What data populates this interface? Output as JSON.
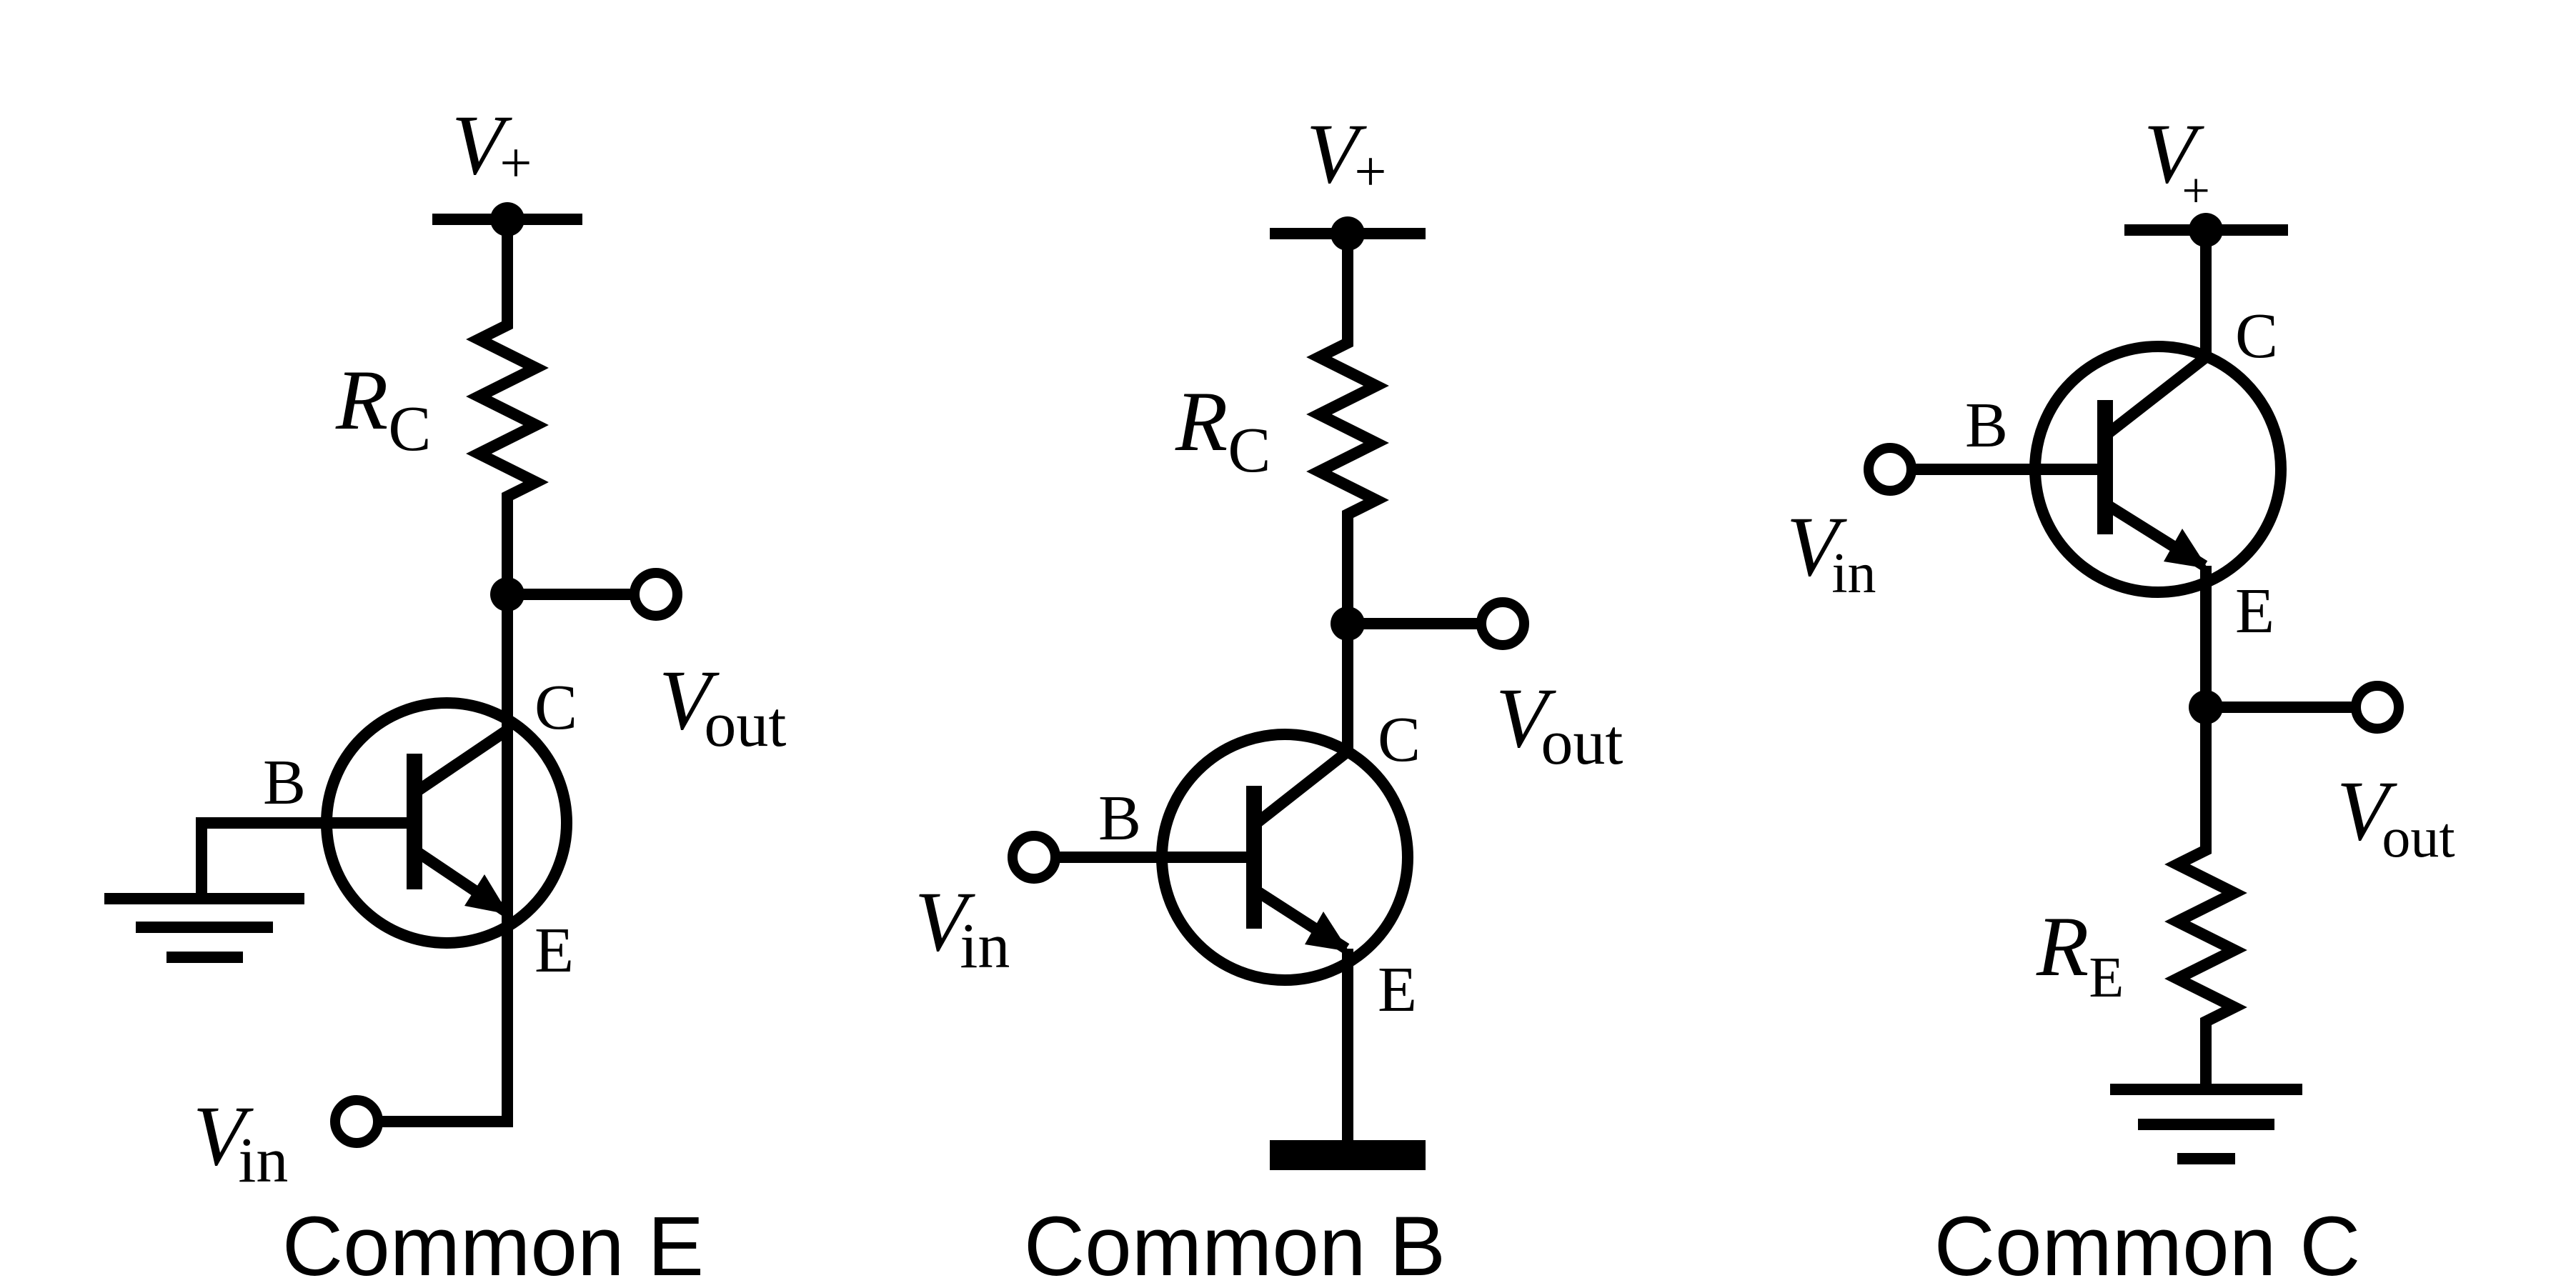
{
  "circuits": [
    {
      "caption": "Common E",
      "supply": {
        "symbol": "V",
        "sub": "+"
      },
      "resistor": {
        "symbol": "R",
        "sub": "C"
      },
      "output": {
        "symbol": "V",
        "sub": "out"
      },
      "input": {
        "symbol": "V",
        "sub": "in"
      },
      "pins": {
        "base": "B",
        "collector": "C",
        "emitter": "E"
      }
    },
    {
      "caption": "Common B",
      "supply": {
        "symbol": "V",
        "sub": "+"
      },
      "resistor": {
        "symbol": "R",
        "sub": "C"
      },
      "output": {
        "symbol": "V",
        "sub": "out"
      },
      "input": {
        "symbol": "V",
        "sub": "in"
      },
      "pins": {
        "base": "B",
        "collector": "C",
        "emitter": "E"
      }
    },
    {
      "caption": "Common C",
      "supply": {
        "symbol": "V",
        "sub": "+"
      },
      "resistor": {
        "symbol": "R",
        "sub": "E"
      },
      "output": {
        "symbol": "V",
        "sub": "out"
      },
      "input": {
        "symbol": "V",
        "sub": "in"
      },
      "pins": {
        "base": "B",
        "collector": "C",
        "emitter": "E"
      }
    }
  ]
}
